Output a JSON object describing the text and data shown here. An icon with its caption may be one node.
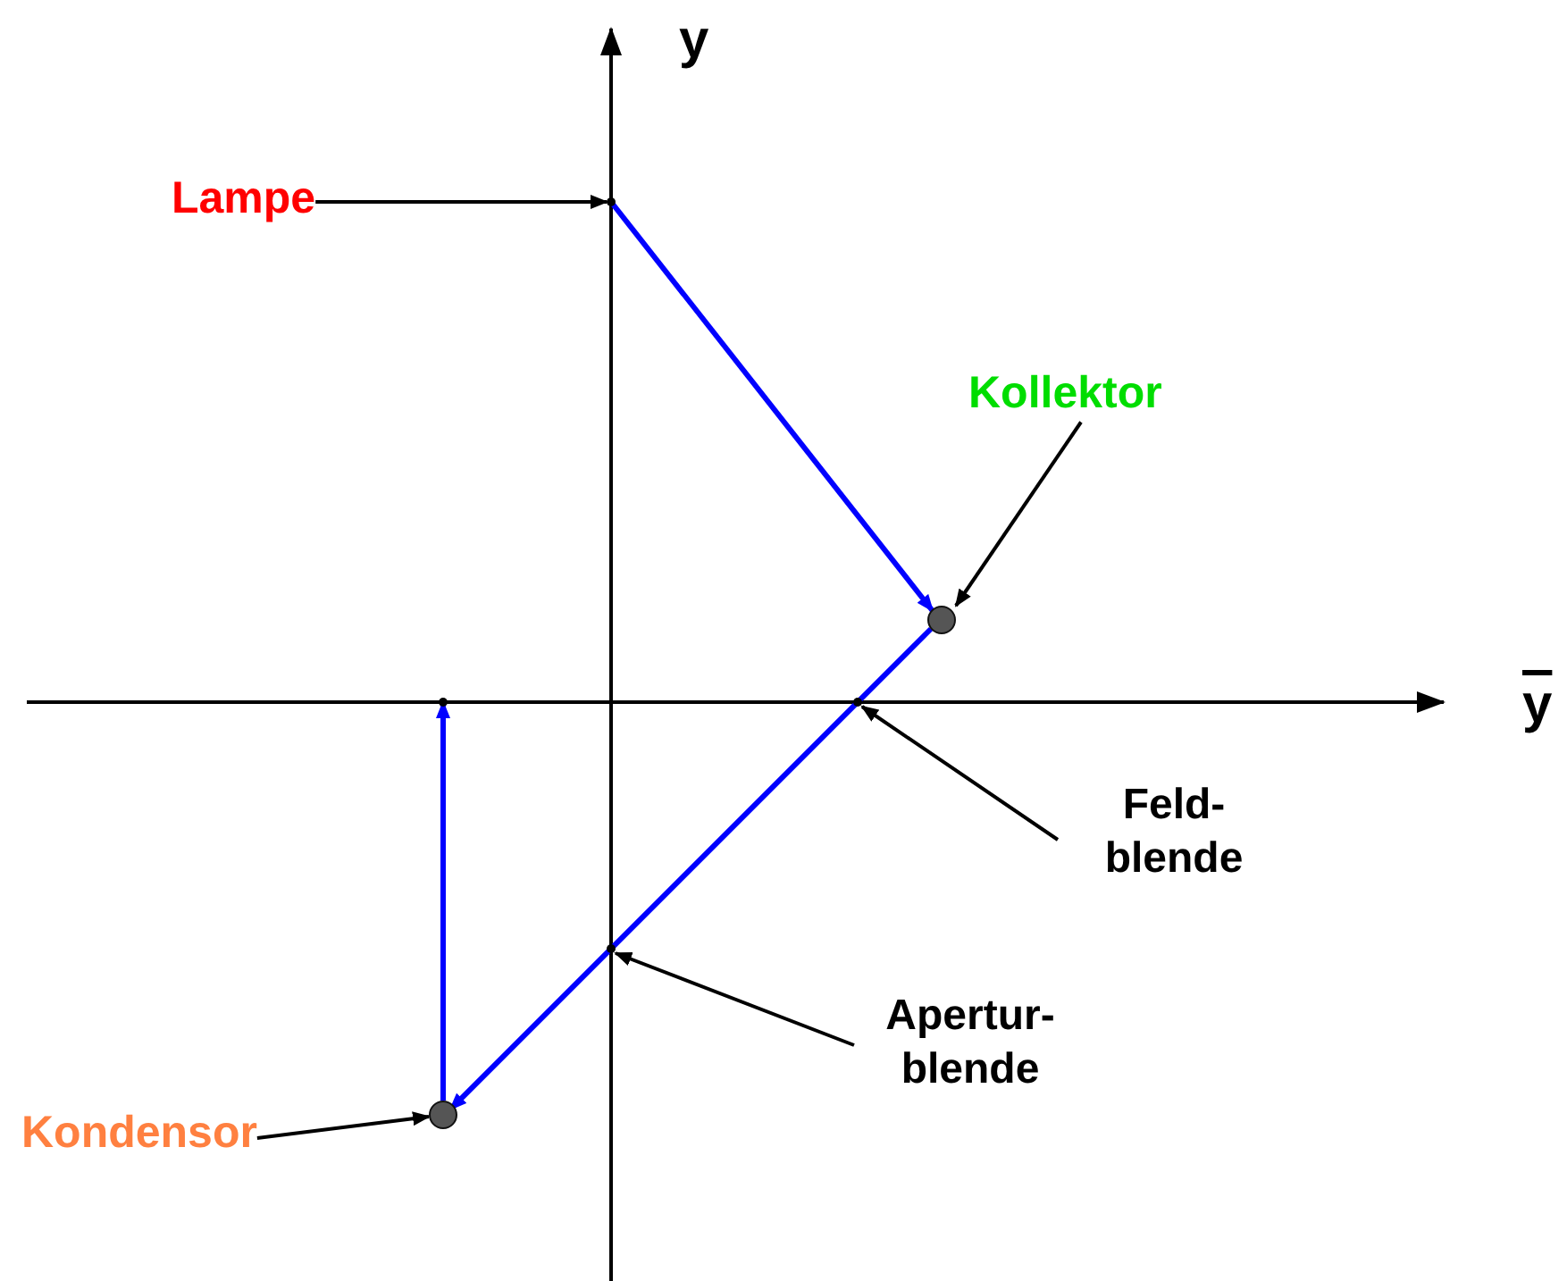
{
  "diagram": {
    "nodes": [
      {
        "text": [
          "Lampe"
        ]
      },
      {
        "text": [
          "Kollektor"
        ]
      },
      {
        "text": [
          "Feld- blende"
        ]
      },
      {
        "text": [
          "Apertur- blende"
        ]
      },
      {
        "text": [
          "Kondensor"
        ]
      },
      {
        "text": [],
        "shape": "circle"
      },
      {
        "text": [],
        "shape": "circle"
      },
      {
        "text": [],
        "shape": "point"
      },
      {
        "text": [],
        "shape": "point"
      },
      {
        "text": [],
        "shape": "point"
      },
      {
        "text": [],
        "shape": "point"
      }
    ],
    "edges": [
      {
        "from": 0,
        "to": 7,
        "arrow": "to"
      },
      {
        "from": 1,
        "to": 5,
        "arrow": "to"
      },
      {
        "from": 2,
        "to": 8,
        "arrow": "to"
      },
      {
        "from": 3,
        "to": 9,
        "arrow": "to"
      },
      {
        "from": 4,
        "to": 6,
        "arrow": "to"
      },
      {
        "from": 7,
        "to": 5,
        "arrow": "to",
        "color": "#0000ff"
      },
      {
        "from": 5,
        "to": 6,
        "arrow": "to",
        "color": "#0000ff"
      },
      {
        "from": 6,
        "to": 10,
        "arrow": "to",
        "color": "#0000ff"
      }
    ],
    "labels": [
      "y",
      "y"
    ]
  }
}
